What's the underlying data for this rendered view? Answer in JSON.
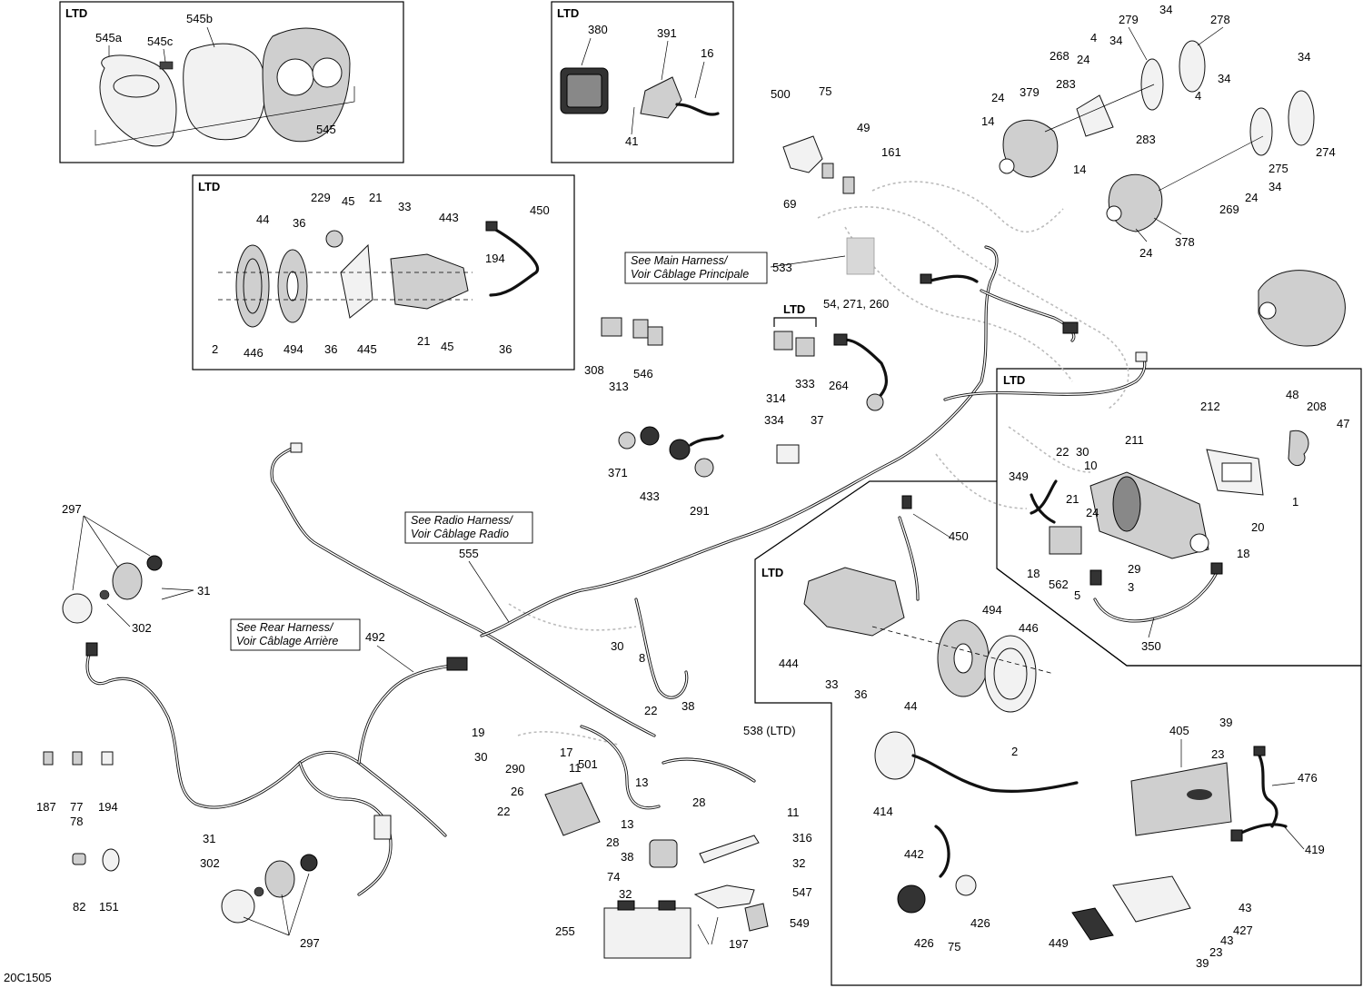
{
  "diagram": {
    "code": "20C1505",
    "ltd_tag": "LTD",
    "notes": {
      "main": [
        "See Main Harness/",
        "Voir Câblage Principale"
      ],
      "radio": [
        "See Radio Harness/",
        "Voir Câblage Radio"
      ],
      "rear": [
        "See Rear Harness/",
        "Voir Câblage Arrière"
      ]
    },
    "labels": {
      "l545a": "545a",
      "l545c": "545c",
      "l545b": "545b",
      "l545": "545",
      "l380": "380",
      "l391": "391",
      "l16": "16",
      "l41": "41",
      "l229": "229",
      "l45a": "45",
      "l21a": "21",
      "l33a": "33",
      "l443": "443",
      "l450a": "450",
      "l44a": "44",
      "l36a": "36",
      "l194a": "194",
      "l2a": "2",
      "l446a": "446",
      "l494a": "494",
      "l36b": "36",
      "l445": "445",
      "l21b": "21",
      "l45b": "45",
      "l36c": "36",
      "l500": "500",
      "l75a": "75",
      "l49": "49",
      "l161": "161",
      "l69": "69",
      "l533": "533",
      "l54": "54, 271, 260",
      "l264": "264",
      "l37": "37",
      "l314": "314",
      "l333": "333",
      "l334": "334",
      "l308": "308",
      "l313": "313",
      "l546": "546",
      "l371": "371",
      "l433": "433",
      "l291": "291",
      "l279": "279",
      "l34a": "34",
      "l278": "278",
      "l4a": "4",
      "l34b": "34",
      "l268": "268",
      "l24a": "24",
      "l24b": "24",
      "l379": "379",
      "l283a": "283",
      "l14a": "14",
      "l34c": "34",
      "l34d": "34",
      "l4b": "4",
      "l274": "274",
      "l283b": "283",
      "l14b": "14",
      "l275": "275",
      "l34e": "34",
      "l24c": "24",
      "l269": "269",
      "l378": "378",
      "l24d": "24",
      "l212": "212",
      "l48": "48",
      "l208": "208",
      "l47": "47",
      "l211": "211",
      "l22a": "22",
      "l30a": "30",
      "l10": "10",
      "l349": "349",
      "l21c": "21",
      "l1": "1",
      "l20": "20",
      "l24e": "24",
      "l18a": "18",
      "l18b": "18",
      "l29": "29",
      "l3": "3",
      "l562": "562",
      "l5": "5",
      "l350": "350",
      "l450b": "450",
      "l494b": "494",
      "l446b": "446",
      "l444": "444",
      "l33b": "33",
      "l36d": "36",
      "l44b": "44",
      "l2b": "2",
      "l297a": "297",
      "l31a": "31",
      "l302a": "302",
      "l555": "555",
      "l492": "492",
      "l187": "187",
      "l77": "77",
      "l78": "78",
      "l194b": "194",
      "l82": "82",
      "l151": "151",
      "l31b": "31",
      "l302b": "302",
      "l297b": "297",
      "l30b": "30",
      "l8": "8",
      "l22b": "22",
      "l38a": "38",
      "l538": "538 (LTD)",
      "l19": "19",
      "l30c": "30",
      "l17": "17",
      "l501": "501",
      "l290": "290",
      "l11a": "11",
      "l26": "26",
      "l22c": "22",
      "l13a": "13",
      "l28a": "28",
      "l13b": "13",
      "l28b": "28",
      "l38b": "38",
      "l74": "74",
      "l32a": "32",
      "l11b": "11",
      "l316": "316",
      "l32b": "32",
      "l547": "547",
      "l549": "549",
      "l255": "255",
      "l197": "197",
      "l414": "414",
      "l405": "405",
      "l39a": "39",
      "l23a": "23",
      "l476": "476",
      "l419": "419",
      "l442": "442",
      "l426a": "426",
      "l426b": "426",
      "l75b": "75",
      "l449": "449",
      "l43a": "43",
      "l427": "427",
      "l43b": "43",
      "l23b": "23",
      "l39b": "39"
    }
  }
}
